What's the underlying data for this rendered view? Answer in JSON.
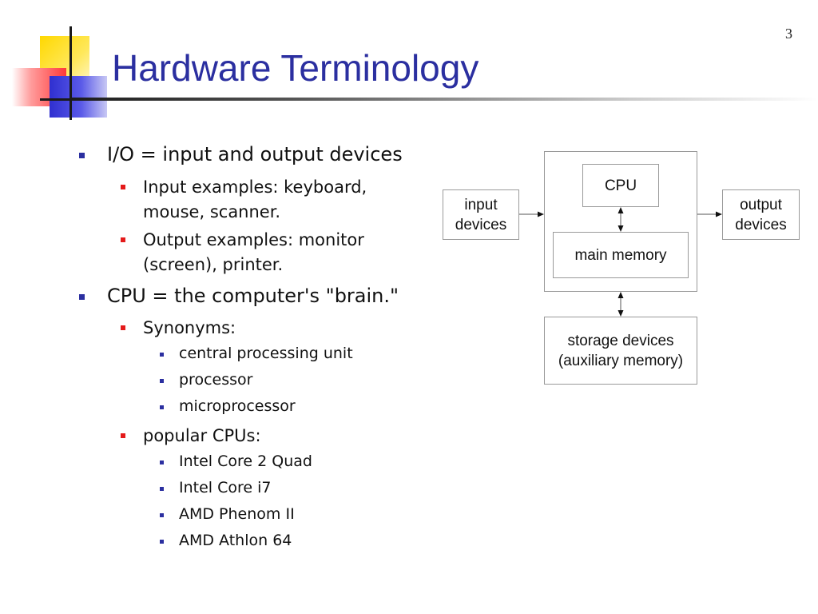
{
  "slide": {
    "page_number": "3",
    "title": "Hardware Terminology"
  },
  "bullets": [
    {
      "level": 1,
      "text": "I/O = input and output devices"
    },
    {
      "level": 2,
      "lines": [
        "Input examples: keyboard,",
        "mouse, scanner."
      ]
    },
    {
      "level": 2,
      "lines": [
        "Output examples: monitor",
        "(screen), printer."
      ]
    },
    {
      "level": 1,
      "text": "CPU = the computer's \"brain.\""
    },
    {
      "level": 2,
      "text": "Synonyms:"
    },
    {
      "level": 3,
      "text": "central processing unit"
    },
    {
      "level": 3,
      "text": "processor"
    },
    {
      "level": 3,
      "text": "microprocessor"
    },
    {
      "level": 2,
      "text": "popular CPUs:"
    },
    {
      "level": 3,
      "text": "Intel Core 2 Quad"
    },
    {
      "level": 3,
      "text": "Intel Core i7"
    },
    {
      "level": 3,
      "text": "AMD Phenom II"
    },
    {
      "level": 3,
      "text": "AMD Athlon 64"
    }
  ],
  "diagram": {
    "input": [
      "input",
      "devices"
    ],
    "cpu": "CPU",
    "main_memory": "main memory",
    "output": [
      "output",
      "devices"
    ],
    "storage": [
      "storage devices",
      "(auxiliary memory)"
    ]
  },
  "colors": {
    "title": "#2b2fa0",
    "bullet_level1": "#2b2fa0",
    "bullet_level2": "#e41a1a",
    "bullet_level3": "#2b2fa0"
  }
}
